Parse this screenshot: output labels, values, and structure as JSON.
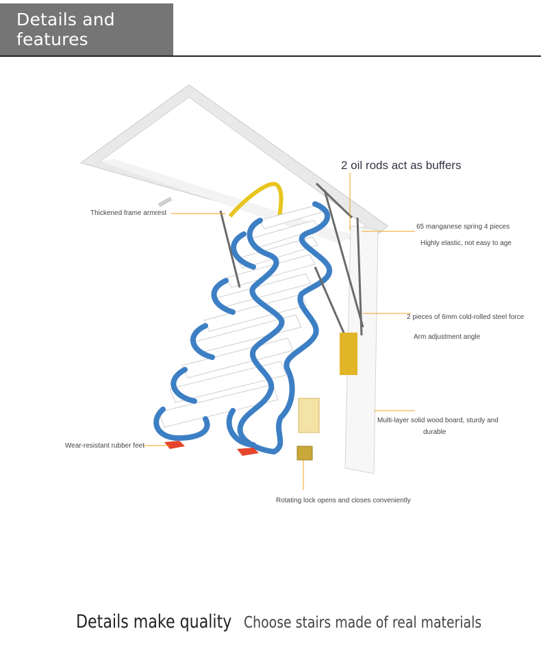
{
  "header": {
    "title": "Details and features"
  },
  "callouts": {
    "oil_rods": "2 oil rods act as buffers",
    "frame_armrest": "Thickened frame armrest",
    "spring": "65 manganese spring 4 pieces",
    "elastic": "Highly elastic, not easy to age",
    "steel_force": "2 pieces of 6mm cold-rolled steel force",
    "arm_angle": "Arm adjustment angle",
    "wood_board_1": "Multi-layer solid wood board, sturdy and",
    "wood_board_2": "durable",
    "rubber_feet": "Wear-resistant rubber feet",
    "rotating_lock": "Rotating lock opens and closes conveniently"
  },
  "footer": {
    "left": "Details make quality",
    "right": "Choose stairs made of real materials"
  },
  "colors": {
    "header_bg": "#757575",
    "stair_blue": "#3d7fc4",
    "leader_orange": "#f0a020",
    "lock_gold": "#e0b020"
  }
}
